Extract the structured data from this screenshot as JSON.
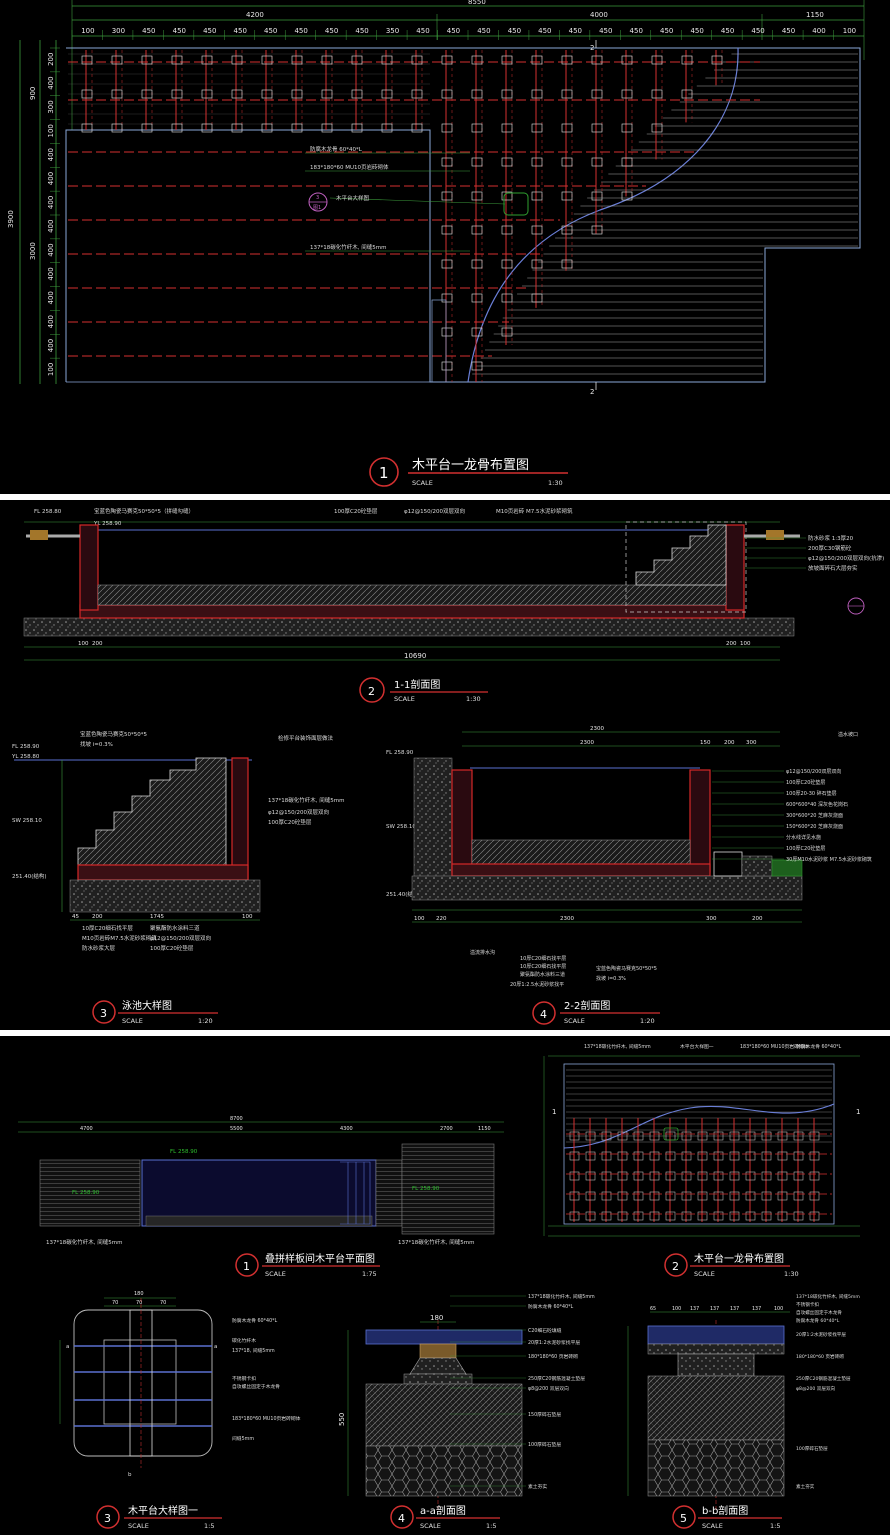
{
  "panel1": {
    "top_dims": [
      "8550",
      "4200",
      "4000",
      "1150"
    ],
    "sub_dims": [
      "100",
      "300",
      "450",
      "450",
      "450",
      "450",
      "450",
      "450",
      "450",
      "450",
      "350",
      "450",
      "450",
      "450",
      "450",
      "450",
      "450",
      "450",
      "450",
      "450",
      "450",
      "450",
      "450",
      "450",
      "400",
      "100"
    ],
    "left_dims": [
      "900",
      "3900",
      "3000"
    ],
    "left_sub_dims": [
      "200",
      "400",
      "300",
      "100",
      "400",
      "400",
      "400",
      "400",
      "400",
      "400",
      "400",
      "400",
      "400",
      "100"
    ],
    "notes": [
      "防腐木龙骨 60*40*L",
      "183*180*60 MU10页岩砖砌体",
      "木平台大样图",
      "137*18碳化竹纤木, 间缝5mm"
    ],
    "detail_tag": {
      "top": "3",
      "bottom": "图1"
    },
    "section_marks": [
      "2",
      "2"
    ],
    "title": {
      "number": "1",
      "text": "木平台一龙骨布置图",
      "scale_label": "SCALE",
      "scale": "1:30"
    }
  },
  "panel2": {
    "s1": {
      "top_notes": [
        "宝蓝色陶瓷马赛克50*50*5（拼缝勾缝）",
        "100厚C20砼垫层",
        "φ12@150/200双层双向",
        "M10页岩砖 M7.5水泥砂浆砌筑"
      ],
      "levels": [
        "FL 258.80",
        "YL 258.90"
      ],
      "right_notes": [
        "防水砂浆 1:3厚20",
        "200厚C30钢筋砼",
        "φ12@150/200双层双向(抗渗)",
        "放坡面碎石大层夯实"
      ],
      "bottom_dims": [
        "100",
        "200",
        "10690",
        "200",
        "100"
      ],
      "total": "10690",
      "title": {
        "number": "2",
        "text": "1-1剖面图",
        "scale_label": "SCALE",
        "scale": "1:30"
      }
    },
    "s3": {
      "notes": [
        "宝蓝色陶瓷马赛克50*50*5",
        "找坡 i=0.3%",
        "检修平台装饰面层做法",
        "137*18碳化竹纤木, 间缝5mm",
        "φ12@150/200双层双向",
        "100厚C20砼垫层"
      ],
      "levels": [
        "FL 258.90",
        "YL 258.80",
        "SW 258.10",
        "251.40(结构)"
      ],
      "bottom_notes": [
        "10厚C20细石找平层",
        "M10页岩砖M7.5水泥砂浆砌筑",
        "防水砂浆大层",
        "聚氨酯防水涂料三道",
        "φ12@150/200双层双向",
        "100厚C20砼垫层"
      ],
      "bottom_dims": [
        "45",
        "200",
        "1745",
        "100"
      ],
      "title": {
        "number": "3",
        "text": "泳池大样图",
        "scale_label": "SCALE",
        "scale": "1:20"
      }
    },
    "s4": {
      "top_dims": [
        "2300",
        "2300",
        "150",
        "200",
        "300"
      ],
      "levels": [
        "FL 258.90",
        "SW 258.10",
        "251.40(结构)"
      ],
      "right_notes": [
        "溢水坡口",
        "φ12@150/200双层双向",
        "100厚C20砼垫层",
        "100厚20-30 碎石垫层",
        "600*600*40 深灰色花岗石",
        "300*600*20 芝麻灰烧面",
        "150*600*20 芝麻灰烧面",
        "分水线详见水施",
        "100厚C20砼垫层",
        "30厚M10水泥砂浆 M7.5水泥砂浆砌筑"
      ],
      "bottom_notes": [
        "溢流排水沟",
        "10厚C20细石找平层",
        "10厚C20细石找平层",
        "聚氨酯防水涂料三道",
        "宝蓝色陶瓷马赛克50*50*5",
        "20厚1:2.5水泥砂浆找平",
        "找坡 i=0.3%"
      ],
      "bottom_dims": [
        "100",
        "220",
        "2300",
        "300",
        "200"
      ],
      "title": {
        "number": "4",
        "text": "2-2剖面图",
        "scale_label": "SCALE",
        "scale": "1:20"
      }
    }
  },
  "panel3": {
    "plan": {
      "dims": [
        "8700",
        "4700",
        "5500",
        "4300",
        "2700",
        "1150"
      ],
      "levels": [
        "FL 258.90",
        "FL 258.90",
        "FL 258.90"
      ],
      "notes": [
        "137*18碳化竹纤木, 间缝5mm",
        "137*18碳化竹纤木, 间缝5mm"
      ],
      "title": {
        "number": "1",
        "text": "叠拼样板间木平台平面图",
        "scale_label": "SCALE",
        "scale": "1:75"
      }
    },
    "keel": {
      "notes": [
        "137*18碳化竹纤木, 间缝5mm",
        "木平台大样图一",
        "183*180*60 MU10页岩砖砌体",
        "防腐木龙骨 60*40*L"
      ],
      "section_marks": [
        "1",
        "1"
      ],
      "title": {
        "number": "2",
        "text": "木平台一龙骨布置图",
        "scale_label": "SCALE",
        "scale": "1:30"
      }
    },
    "d3": {
      "dims": [
        "180",
        "70",
        "70",
        "70"
      ],
      "notes": [
        "防腐木龙骨 60*40*L",
        "碳化竹纤木",
        "137*18, 间缝5mm",
        "不锈钢卡扣",
        "自攻螺丝固定于木龙骨",
        "183*180*60 MU10页岩砖砌体",
        "间缝5mm"
      ],
      "marks": [
        "a",
        "a",
        "b"
      ],
      "title": {
        "number": "3",
        "text": "木平台大样图一",
        "scale_label": "SCALE",
        "scale": "1:5"
      }
    },
    "d4": {
      "notes": [
        "137*18碳化竹纤木, 间缝5mm",
        "防腐木龙骨 60*40*L",
        "C20细石砼填缝",
        "20厚1:2水泥砂浆找平层",
        "180*180*60 页岩砖砌",
        "250厚C20钢筋混凝土垫层",
        "φ8@200 双层双向",
        "150厚碎石垫层",
        "100厚碎石垫层",
        "素土夯实"
      ],
      "dims": [
        "180",
        "550"
      ],
      "title": {
        "number": "4",
        "text": "a-a剖面图",
        "scale_label": "SCALE",
        "scale": "1:5"
      }
    },
    "d5": {
      "notes": [
        "137*18碳化竹纤木, 间缝5mm",
        "不锈钢卡扣",
        "自攻螺丝固定于木龙骨",
        "防腐木龙骨 60*40*L",
        "20厚1:2水泥砂浆找平层",
        "180*180*60 页岩砖砌",
        "250厚C20钢筋混凝土垫层",
        "φ8@200 双层双向",
        "100厚碎石垫层",
        "素土夯实"
      ],
      "dims": [
        "65",
        "100",
        "137",
        "137",
        "137",
        "137",
        "100"
      ],
      "title": {
        "number": "5",
        "text": "b-b剖面图",
        "scale_label": "SCALE",
        "scale": "1:5"
      }
    }
  }
}
